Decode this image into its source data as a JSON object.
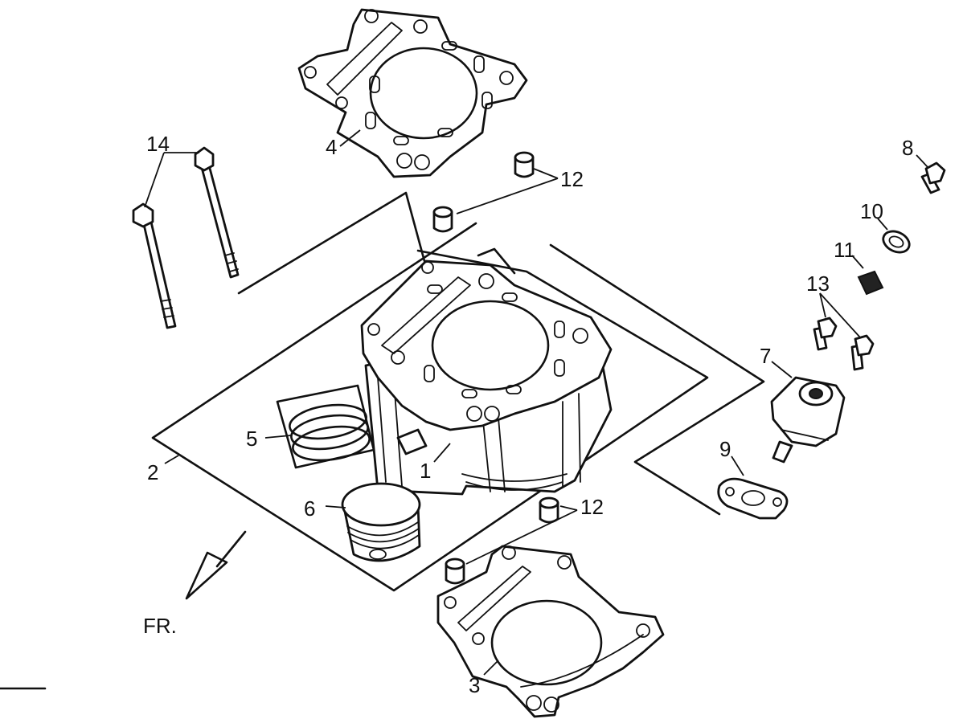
{
  "callouts": {
    "c1": "1",
    "c2": "2",
    "c3": "3",
    "c4": "4",
    "c5": "5",
    "c6": "6",
    "c7": "7",
    "c8": "8",
    "c9": "9",
    "c10": "10",
    "c11": "11",
    "c12_top": "12",
    "c12_bottom": "12",
    "c13": "13",
    "c14": "14"
  },
  "direction_marker": "FR."
}
